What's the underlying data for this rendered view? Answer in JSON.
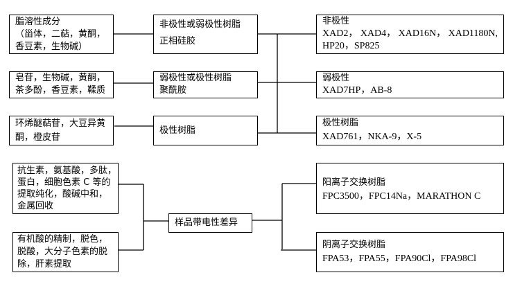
{
  "top_group": {
    "samples": [
      {
        "lines": [
          "脂溶性成分",
          "（甾体，二萜，黄酮，",
          "香豆素，生物碱）"
        ]
      },
      {
        "lines": [
          "皂苷，生物碱，黄酮，",
          "茶多酚，香豆素，鞣质"
        ]
      },
      {
        "lines": [
          "环烯醚萜苷，大豆异黄",
          "酮，橙皮苷"
        ]
      }
    ],
    "resin_types": [
      {
        "lines": [
          "非极性或弱极性树脂",
          "正相硅胶"
        ]
      },
      {
        "lines": [
          "弱极性或极性树脂",
          "聚酰胺"
        ]
      },
      {
        "lines": [
          "极性树脂"
        ]
      }
    ],
    "examples": [
      {
        "title": "非极性",
        "lines": [
          "XAD2， XAD4， XAD16N， XAD1180N,",
          "HP20，SP825"
        ]
      },
      {
        "title": "弱极性",
        "lines": [
          "XAD7HP，AB-8"
        ]
      },
      {
        "title": "极性树脂",
        "lines": [
          "XAD761，NKA-9，X-5"
        ]
      }
    ]
  },
  "bottom_group": {
    "samples": [
      {
        "lines": [
          "抗生素，氨基酸，多肽，",
          "蛋白，细胞色素 C 等的",
          "提取纯化，酸碱中和，",
          "金属回收"
        ]
      },
      {
        "lines": [
          "有机酸的精制，脱色，",
          "脱酸，大分子色素的脱",
          "除，肝素提取"
        ]
      }
    ],
    "center": "样品带电性差异",
    "examples": [
      {
        "title": "阳离子交换树脂",
        "lines": [
          "FPC3500，FPC14Na，MARATHON C"
        ]
      },
      {
        "title": "阴离子交换树脂",
        "lines": [
          "FPA53，FPA55，FPA90Cl，FPA98Cl"
        ]
      }
    ]
  }
}
